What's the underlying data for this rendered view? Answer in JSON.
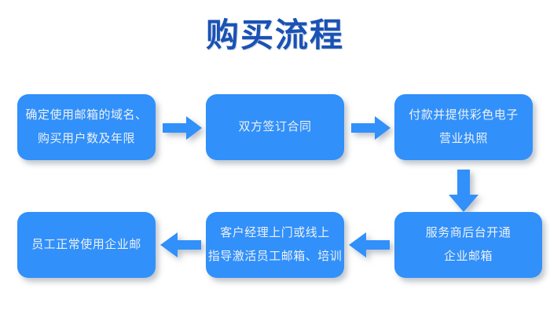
{
  "title": "购买流程",
  "colors": {
    "box_fill": "#3190fa",
    "box_text": "#eef1f6",
    "title_text": "#1a52b5",
    "arrow_fill": "#3190fa",
    "background": "#ffffff"
  },
  "steps": [
    {
      "id": "step-1",
      "lines": [
        "确定使用邮箱的域名、",
        "购买用户数及年限"
      ]
    },
    {
      "id": "step-2",
      "lines": [
        "双方签订合同"
      ]
    },
    {
      "id": "step-3",
      "lines": [
        "付款并提供彩色电子",
        "营业执照"
      ]
    },
    {
      "id": "step-4",
      "lines": [
        "服务商后台开通",
        "企业邮箱"
      ]
    },
    {
      "id": "step-5",
      "lines": [
        "客户经理上门或线上",
        "指导激活员工邮箱、培训"
      ]
    },
    {
      "id": "step-6",
      "lines": [
        "员工正常使用企业邮"
      ]
    }
  ],
  "connectors": [
    {
      "id": "connector-1",
      "direction": "right",
      "from": "step-1",
      "to": "step-2"
    },
    {
      "id": "connector-2",
      "direction": "right",
      "from": "step-2",
      "to": "step-3"
    },
    {
      "id": "connector-3",
      "direction": "down",
      "from": "step-3",
      "to": "step-4"
    },
    {
      "id": "connector-4",
      "direction": "left",
      "from": "step-4",
      "to": "step-5"
    },
    {
      "id": "connector-5",
      "direction": "left",
      "from": "step-5",
      "to": "step-6"
    }
  ]
}
